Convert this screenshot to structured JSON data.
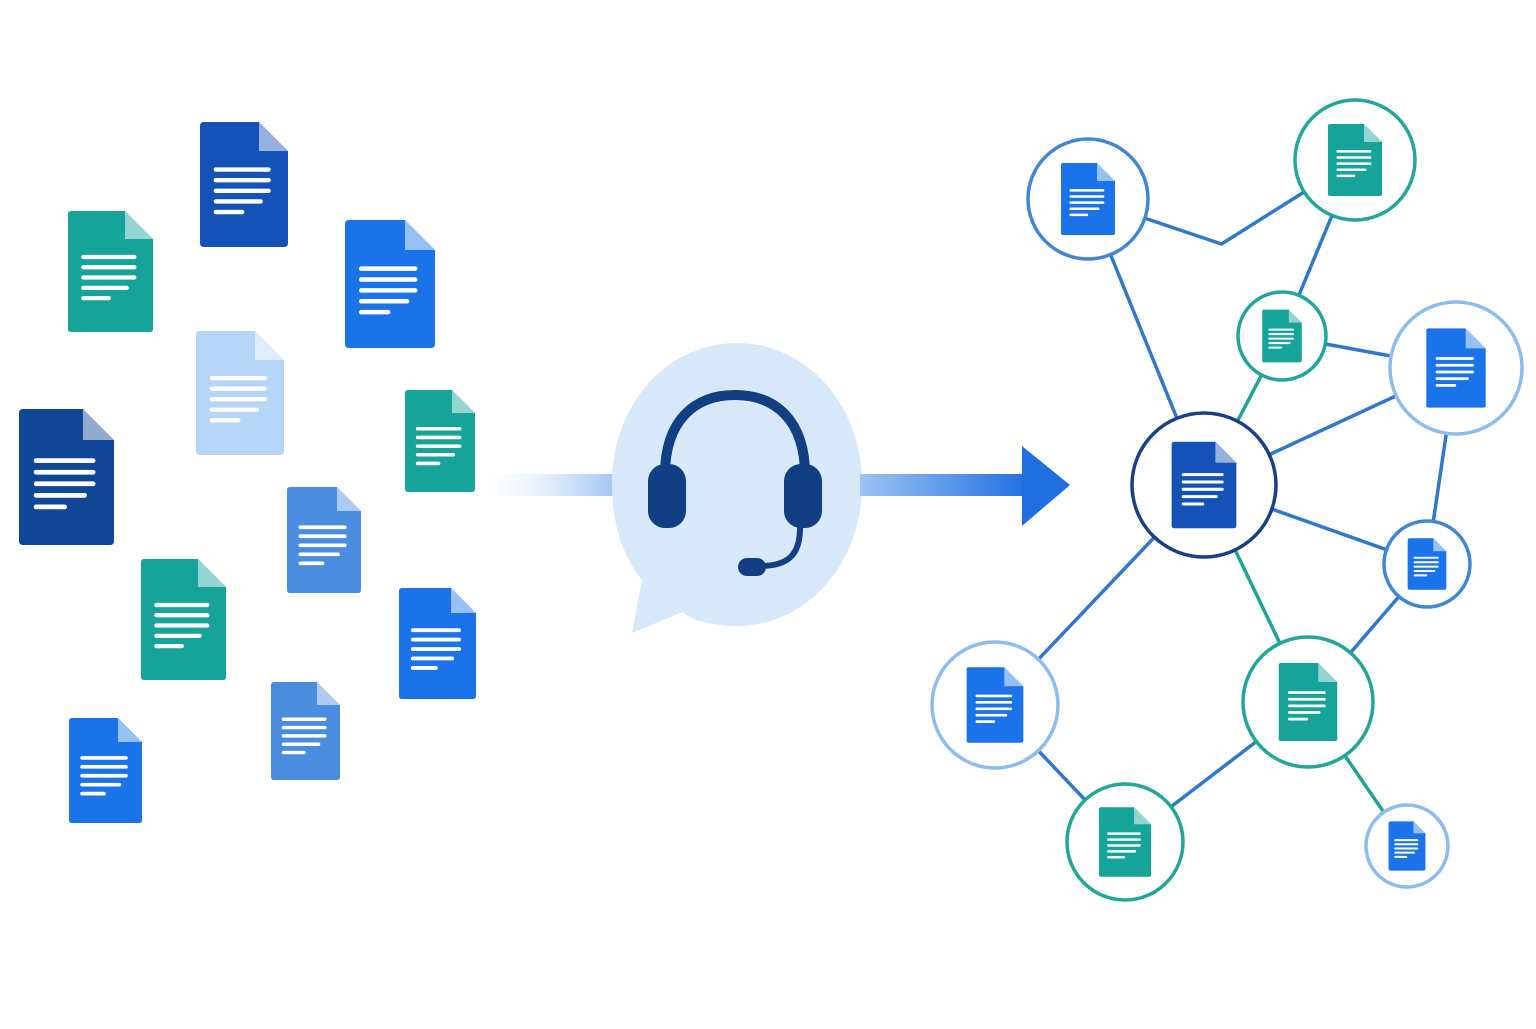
{
  "background": "#ffffff",
  "colors": {
    "dark_blue": "#1552b8",
    "navy": "#0f4696",
    "blue": "#1a73e8",
    "mid_blue": "#4a8ddf",
    "light_blue": "#b5d6f9",
    "teal": "#16a39a",
    "node_stroke_blue": "#3f86d8",
    "node_stroke_light": "#8dbcef",
    "node_stroke_teal": "#20a69b",
    "node_stroke_navy": "#1a3f86",
    "edge_blue": "#2f78cc",
    "edge_teal": "#1fa29a",
    "bubble": "#d8e8fb",
    "headset": "#123f84",
    "arrow": "#1f6fe0"
  },
  "scattered_documents": [
    {
      "id": "doc-1",
      "color": "dark_blue",
      "icon": "document-icon"
    },
    {
      "id": "doc-2",
      "color": "teal",
      "icon": "document-icon"
    },
    {
      "id": "doc-3",
      "color": "blue",
      "icon": "document-icon"
    },
    {
      "id": "doc-4",
      "color": "light_blue",
      "icon": "document-icon"
    },
    {
      "id": "doc-5",
      "color": "navy",
      "icon": "document-icon"
    },
    {
      "id": "doc-6",
      "color": "teal",
      "icon": "document-icon"
    },
    {
      "id": "doc-7",
      "color": "mid_blue",
      "icon": "document-icon"
    },
    {
      "id": "doc-8",
      "color": "teal",
      "icon": "document-icon"
    },
    {
      "id": "doc-9",
      "color": "blue",
      "icon": "document-icon"
    },
    {
      "id": "doc-10",
      "color": "blue",
      "icon": "document-icon"
    },
    {
      "id": "doc-11",
      "color": "mid_blue",
      "icon": "document-icon"
    }
  ],
  "center_icon": {
    "icon": "headset-icon",
    "container": "chat-bubble-icon"
  },
  "flow_arrow": {
    "icon": "arrow-right-icon"
  },
  "network_nodes": [
    {
      "id": "node-a",
      "ring": "node_stroke_blue",
      "doc": "blue"
    },
    {
      "id": "node-b",
      "ring": "node_stroke_teal",
      "doc": "teal"
    },
    {
      "id": "node-c",
      "ring": "node_stroke_teal",
      "doc": "teal"
    },
    {
      "id": "node-d",
      "ring": "node_stroke_light",
      "doc": "blue"
    },
    {
      "id": "node-e",
      "ring": "node_stroke_navy",
      "doc": "dark_blue"
    },
    {
      "id": "node-f",
      "ring": "node_stroke_blue",
      "doc": "blue"
    },
    {
      "id": "node-g",
      "ring": "node_stroke_light",
      "doc": "blue"
    },
    {
      "id": "node-h",
      "ring": "node_stroke_teal",
      "doc": "teal"
    },
    {
      "id": "node-i",
      "ring": "node_stroke_teal",
      "doc": "teal"
    },
    {
      "id": "node-j",
      "ring": "node_stroke_light",
      "doc": "blue"
    }
  ],
  "network_edges": [
    {
      "from": "node-a",
      "to": "node-b",
      "color": "edge_blue",
      "via_elbow": true
    },
    {
      "from": "node-a",
      "to": "node-e",
      "color": "edge_blue"
    },
    {
      "from": "node-b",
      "to": "node-c",
      "color": "edge_blue"
    },
    {
      "from": "node-c",
      "to": "node-e",
      "color": "edge_teal"
    },
    {
      "from": "node-c",
      "to": "node-d",
      "color": "edge_blue"
    },
    {
      "from": "node-d",
      "to": "node-e",
      "color": "edge_blue"
    },
    {
      "from": "node-d",
      "to": "node-f",
      "color": "edge_blue"
    },
    {
      "from": "node-e",
      "to": "node-f",
      "color": "edge_blue"
    },
    {
      "from": "node-e",
      "to": "node-h",
      "color": "edge_teal"
    },
    {
      "from": "node-e",
      "to": "node-g",
      "color": "edge_blue"
    },
    {
      "from": "node-f",
      "to": "node-h",
      "color": "edge_blue"
    },
    {
      "from": "node-g",
      "to": "node-i",
      "color": "edge_blue"
    },
    {
      "from": "node-h",
      "to": "node-i",
      "color": "edge_blue"
    },
    {
      "from": "node-h",
      "to": "node-j",
      "color": "edge_teal"
    }
  ]
}
